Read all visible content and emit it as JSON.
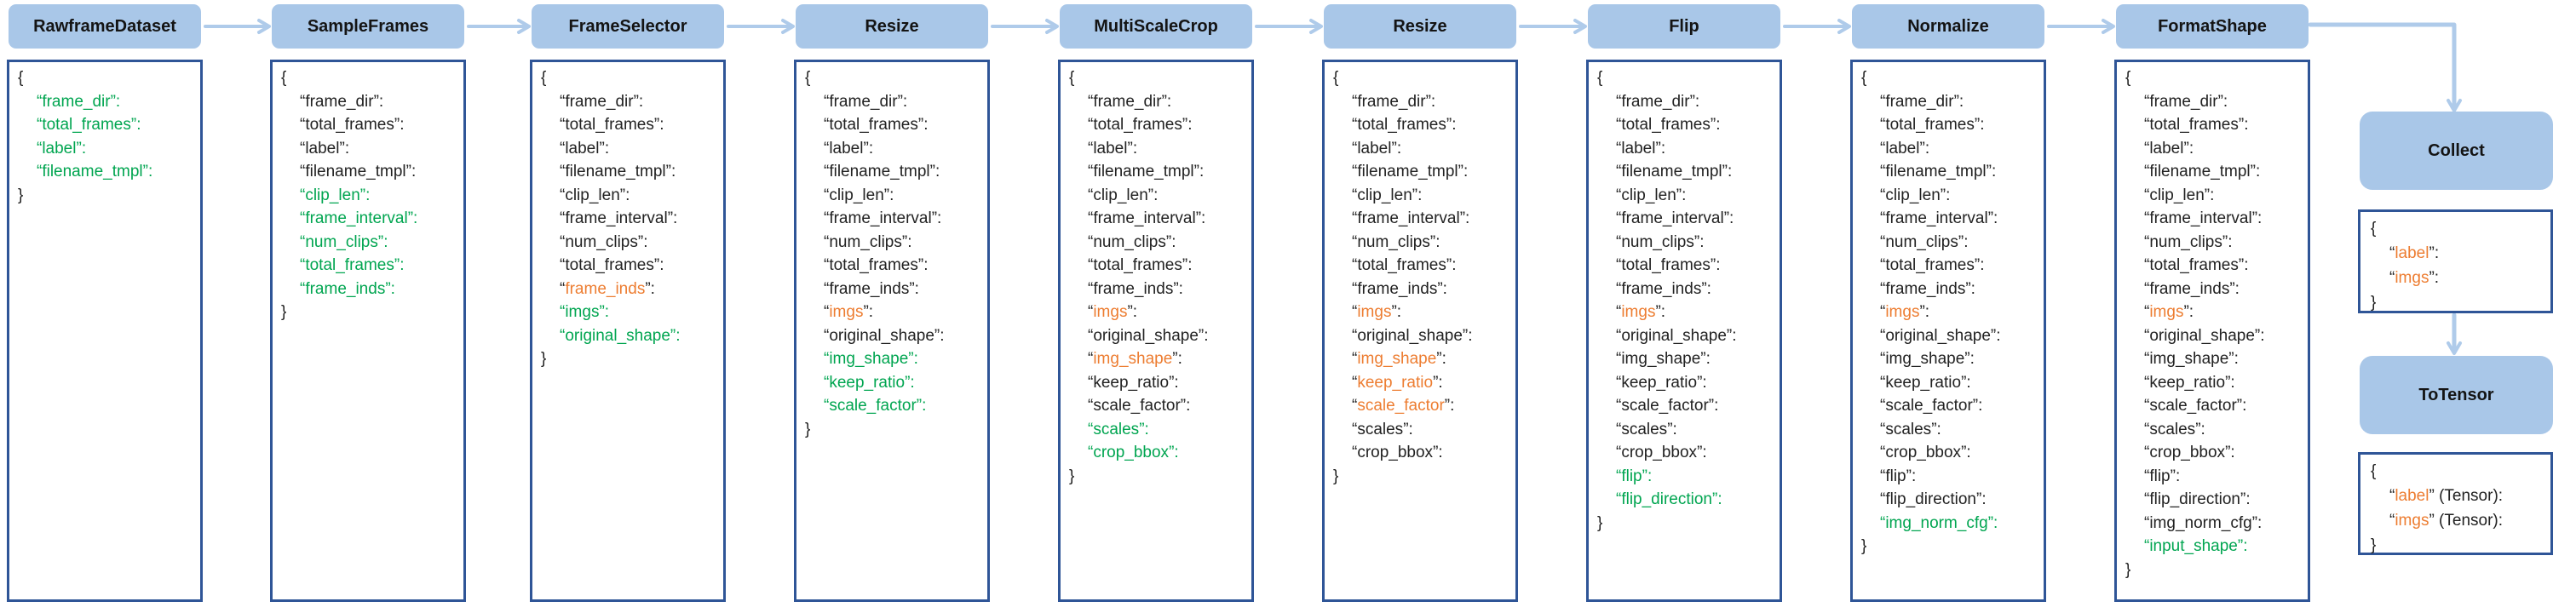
{
  "diagram": {
    "colors": {
      "header_bg": "#A9C7E8",
      "arrow": "#AFCBEA",
      "box_border": "#2F5597",
      "key_default": "#222222",
      "key_new": "#00A550",
      "key_modified": "#ED7D31"
    },
    "stages": [
      {
        "title": "RawframeDataset",
        "keys": [
          {
            "name": "frame_dir",
            "status": "new"
          },
          {
            "name": "total_frames",
            "status": "new"
          },
          {
            "name": "label",
            "status": "new"
          },
          {
            "name": "filename_tmpl",
            "status": "new"
          }
        ]
      },
      {
        "title": "SampleFrames",
        "keys": [
          {
            "name": "frame_dir",
            "status": "default"
          },
          {
            "name": "total_frames",
            "status": "default"
          },
          {
            "name": "label",
            "status": "default"
          },
          {
            "name": "filename_tmpl",
            "status": "default"
          },
          {
            "name": "clip_len",
            "status": "new"
          },
          {
            "name": "frame_interval",
            "status": "new"
          },
          {
            "name": "num_clips",
            "status": "new"
          },
          {
            "name": "total_frames",
            "status": "new"
          },
          {
            "name": "frame_inds",
            "status": "new"
          }
        ]
      },
      {
        "title": "FrameSelector",
        "keys": [
          {
            "name": "frame_dir",
            "status": "default"
          },
          {
            "name": "total_frames",
            "status": "default"
          },
          {
            "name": "label",
            "status": "default"
          },
          {
            "name": "filename_tmpl",
            "status": "default"
          },
          {
            "name": "clip_len",
            "status": "default"
          },
          {
            "name": "frame_interval",
            "status": "default"
          },
          {
            "name": "num_clips",
            "status": "default"
          },
          {
            "name": "total_frames",
            "status": "default"
          },
          {
            "name": "frame_inds",
            "status": "modified"
          },
          {
            "name": "imgs",
            "status": "new"
          },
          {
            "name": "original_shape",
            "status": "new"
          }
        ]
      },
      {
        "title": "Resize",
        "keys": [
          {
            "name": "frame_dir",
            "status": "default"
          },
          {
            "name": "total_frames",
            "status": "default"
          },
          {
            "name": "label",
            "status": "default"
          },
          {
            "name": "filename_tmpl",
            "status": "default"
          },
          {
            "name": "clip_len",
            "status": "default"
          },
          {
            "name": "frame_interval",
            "status": "default"
          },
          {
            "name": "num_clips",
            "status": "default"
          },
          {
            "name": "total_frames",
            "status": "default"
          },
          {
            "name": "frame_inds",
            "status": "default"
          },
          {
            "name": "imgs",
            "status": "modified"
          },
          {
            "name": "original_shape",
            "status": "default"
          },
          {
            "name": "img_shape",
            "status": "new"
          },
          {
            "name": "keep_ratio",
            "status": "new"
          },
          {
            "name": "scale_factor",
            "status": "new"
          }
        ]
      },
      {
        "title": "MultiScaleCrop",
        "keys": [
          {
            "name": "frame_dir",
            "status": "default"
          },
          {
            "name": "total_frames",
            "status": "default"
          },
          {
            "name": "label",
            "status": "default"
          },
          {
            "name": "filename_tmpl",
            "status": "default"
          },
          {
            "name": "clip_len",
            "status": "default"
          },
          {
            "name": "frame_interval",
            "status": "default"
          },
          {
            "name": "num_clips",
            "status": "default"
          },
          {
            "name": "total_frames",
            "status": "default"
          },
          {
            "name": "frame_inds",
            "status": "default"
          },
          {
            "name": "imgs",
            "status": "modified"
          },
          {
            "name": "original_shape",
            "status": "default"
          },
          {
            "name": "img_shape",
            "status": "modified"
          },
          {
            "name": "keep_ratio",
            "status": "default"
          },
          {
            "name": "scale_factor",
            "status": "default"
          },
          {
            "name": "scales",
            "status": "new"
          },
          {
            "name": "crop_bbox",
            "status": "new"
          }
        ]
      },
      {
        "title": "Resize",
        "keys": [
          {
            "name": "frame_dir",
            "status": "default"
          },
          {
            "name": "total_frames",
            "status": "default"
          },
          {
            "name": "label",
            "status": "default"
          },
          {
            "name": "filename_tmpl",
            "status": "default"
          },
          {
            "name": "clip_len",
            "status": "default"
          },
          {
            "name": "frame_interval",
            "status": "default"
          },
          {
            "name": "num_clips",
            "status": "default"
          },
          {
            "name": "total_frames",
            "status": "default"
          },
          {
            "name": "frame_inds",
            "status": "default"
          },
          {
            "name": "imgs",
            "status": "modified"
          },
          {
            "name": "original_shape",
            "status": "default"
          },
          {
            "name": "img_shape",
            "status": "modified"
          },
          {
            "name": "keep_ratio",
            "status": "modified"
          },
          {
            "name": "scale_factor",
            "status": "modified"
          },
          {
            "name": "scales",
            "status": "default"
          },
          {
            "name": "crop_bbox",
            "status": "default"
          }
        ]
      },
      {
        "title": "Flip",
        "keys": [
          {
            "name": "frame_dir",
            "status": "default"
          },
          {
            "name": "total_frames",
            "status": "default"
          },
          {
            "name": "label",
            "status": "default"
          },
          {
            "name": "filename_tmpl",
            "status": "default"
          },
          {
            "name": "clip_len",
            "status": "default"
          },
          {
            "name": "frame_interval",
            "status": "default"
          },
          {
            "name": "num_clips",
            "status": "default"
          },
          {
            "name": "total_frames",
            "status": "default"
          },
          {
            "name": "frame_inds",
            "status": "default"
          },
          {
            "name": "imgs",
            "status": "modified"
          },
          {
            "name": "original_shape",
            "status": "default"
          },
          {
            "name": "img_shape",
            "status": "default"
          },
          {
            "name": "keep_ratio",
            "status": "default"
          },
          {
            "name": "scale_factor",
            "status": "default"
          },
          {
            "name": "scales",
            "status": "default"
          },
          {
            "name": "crop_bbox",
            "status": "default"
          },
          {
            "name": "flip",
            "status": "new"
          },
          {
            "name": "flip_direction",
            "status": "new"
          }
        ]
      },
      {
        "title": "Normalize",
        "keys": [
          {
            "name": "frame_dir",
            "status": "default"
          },
          {
            "name": "total_frames",
            "status": "default"
          },
          {
            "name": "label",
            "status": "default"
          },
          {
            "name": "filename_tmpl",
            "status": "default"
          },
          {
            "name": "clip_len",
            "status": "default"
          },
          {
            "name": "frame_interval",
            "status": "default"
          },
          {
            "name": "num_clips",
            "status": "default"
          },
          {
            "name": "total_frames",
            "status": "default"
          },
          {
            "name": "frame_inds",
            "status": "default"
          },
          {
            "name": "imgs",
            "status": "modified"
          },
          {
            "name": "original_shape",
            "status": "default"
          },
          {
            "name": "img_shape",
            "status": "default"
          },
          {
            "name": "keep_ratio",
            "status": "default"
          },
          {
            "name": "scale_factor",
            "status": "default"
          },
          {
            "name": "scales",
            "status": "default"
          },
          {
            "name": "crop_bbox",
            "status": "default"
          },
          {
            "name": "flip",
            "status": "default"
          },
          {
            "name": "flip_direction",
            "status": "default"
          },
          {
            "name": "img_norm_cfg",
            "status": "new"
          }
        ]
      },
      {
        "title": "FormatShape",
        "keys": [
          {
            "name": "frame_dir",
            "status": "default"
          },
          {
            "name": "total_frames",
            "status": "default"
          },
          {
            "name": "label",
            "status": "default"
          },
          {
            "name": "filename_tmpl",
            "status": "default"
          },
          {
            "name": "clip_len",
            "status": "default"
          },
          {
            "name": "frame_interval",
            "status": "default"
          },
          {
            "name": "num_clips",
            "status": "default"
          },
          {
            "name": "total_frames",
            "status": "default"
          },
          {
            "name": "frame_inds",
            "status": "default"
          },
          {
            "name": "imgs",
            "status": "modified"
          },
          {
            "name": "original_shape",
            "status": "default"
          },
          {
            "name": "img_shape",
            "status": "default"
          },
          {
            "name": "keep_ratio",
            "status": "default"
          },
          {
            "name": "scale_factor",
            "status": "default"
          },
          {
            "name": "scales",
            "status": "default"
          },
          {
            "name": "crop_bbox",
            "status": "default"
          },
          {
            "name": "flip",
            "status": "default"
          },
          {
            "name": "flip_direction",
            "status": "default"
          },
          {
            "name": "img_norm_cfg",
            "status": "default"
          },
          {
            "name": "input_shape",
            "status": "new"
          }
        ]
      }
    ],
    "side_stages": [
      {
        "title": "Collect",
        "keys": [
          {
            "name": "label",
            "status": "modified"
          },
          {
            "name": "imgs",
            "status": "modified"
          }
        ]
      },
      {
        "title": "ToTensor",
        "keys": [
          {
            "name": "label",
            "status": "modified",
            "suffix": " (Tensor)"
          },
          {
            "name": "imgs",
            "status": "modified",
            "suffix": " (Tensor)"
          }
        ]
      }
    ]
  }
}
